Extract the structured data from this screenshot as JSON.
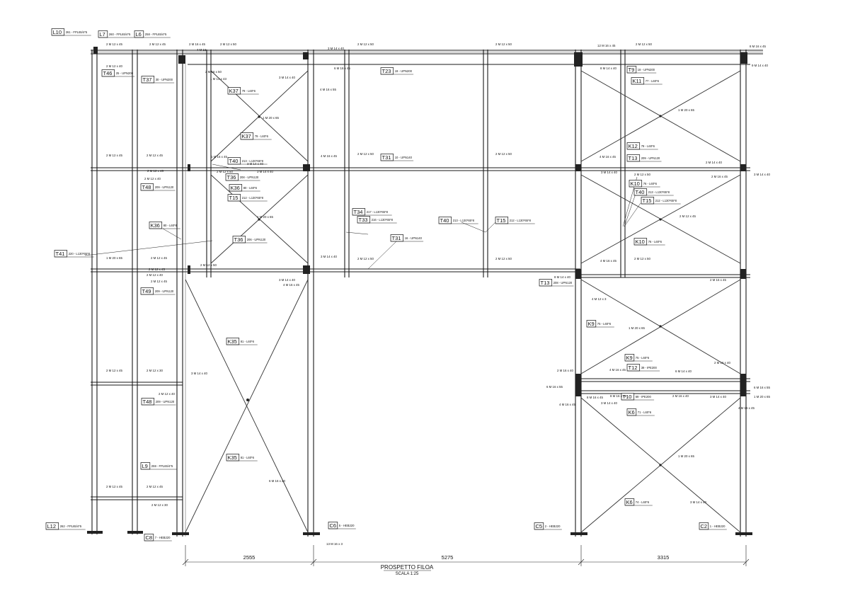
{
  "drawing": {
    "title": "PROSPETTO FILOA",
    "scale": "SCALA 1:25",
    "dimensions": [
      "2555",
      "5275",
      "3315"
    ]
  },
  "member_tags": [
    {
      "tag": "L10",
      "desc": "261 - FPL65/4*5"
    },
    {
      "tag": "L7",
      "desc": "260 - FPL65/4*5"
    },
    {
      "tag": "L6",
      "desc": "258 - FPL65/4*5"
    },
    {
      "tag": "T46",
      "desc": "25 - UPN200"
    },
    {
      "tag": "T37",
      "desc": "30 - UPN200"
    },
    {
      "tag": "K37",
      "desc": "79 - L60*6"
    },
    {
      "tag": "K37",
      "desc": "79 - L60*6"
    },
    {
      "tag": "T23",
      "desc": "19 - UPN200"
    },
    {
      "tag": "T9",
      "desc": "18 - UPN200"
    },
    {
      "tag": "K11",
      "desc": "77 - L60*6"
    },
    {
      "tag": "K12",
      "desc": "78 - L60*6"
    },
    {
      "tag": "T13",
      "desc": "209 - UPN120"
    },
    {
      "tag": "T40",
      "desc": "213 - L130*65*8"
    },
    {
      "tag": "T36",
      "desc": "208 - UPN120"
    },
    {
      "tag": "K36",
      "desc": "80 - L60*6"
    },
    {
      "tag": "T15",
      "desc": "212 - L130*65*8"
    },
    {
      "tag": "T31",
      "desc": "10 - UPN140"
    },
    {
      "tag": "T48",
      "desc": "209 - UPN120"
    },
    {
      "tag": "K10",
      "desc": "76 - L60*6"
    },
    {
      "tag": "T40",
      "desc": "213 - L130*65*8"
    },
    {
      "tag": "T15",
      "desc": "212 - L130*65*8"
    },
    {
      "tag": "K36",
      "desc": "80 - L60*6"
    },
    {
      "tag": "T34",
      "desc": "217 - L130*65*8"
    },
    {
      "tag": "T33",
      "desc": "216 - L130*65*8"
    },
    {
      "tag": "T40",
      "desc": "213 - L130*65*8"
    },
    {
      "tag": "T15",
      "desc": "212 - L130*65*8"
    },
    {
      "tag": "T41",
      "desc": "220 - L130*65*8"
    },
    {
      "tag": "T36",
      "desc": "206 - UPN120"
    },
    {
      "tag": "T31",
      "desc": "16 - UPN140"
    },
    {
      "tag": "K10",
      "desc": "76 - L60*6"
    },
    {
      "tag": "T49",
      "desc": "209 - UPN120"
    },
    {
      "tag": "T13",
      "desc": "208 - UPN120"
    },
    {
      "tag": "K9",
      "desc": "75 - L60*6"
    },
    {
      "tag": "K35",
      "desc": "81 - L60*6"
    },
    {
      "tag": "K9",
      "desc": "75 - L60*6"
    },
    {
      "tag": "T12",
      "desc": "39 - IPE200"
    },
    {
      "tag": "T10",
      "desc": "69 - IPE200"
    },
    {
      "tag": "T48",
      "desc": "209 - UPN120"
    },
    {
      "tag": "K6",
      "desc": "71 - L60*6"
    },
    {
      "tag": "L9",
      "desc": "259 - FPL65/4*5"
    },
    {
      "tag": "K35",
      "desc": "81 - L60*6"
    },
    {
      "tag": "K6",
      "desc": "74 - L60*6"
    },
    {
      "tag": "L12",
      "desc": "262 - FPL65/4*5"
    },
    {
      "tag": "C6",
      "desc": "5 - HEB220"
    },
    {
      "tag": "C5",
      "desc": "2 - HEB220"
    },
    {
      "tag": "C2",
      "desc": "1 - HEB220"
    },
    {
      "tag": "C8",
      "desc": "7 - HEB220"
    }
  ],
  "bolt_notes": [
    "2 M 12 x 45",
    "2 M 12 x 45",
    "2 M 16 x 45",
    "2 M 12 x 50",
    "3 M 14 x 40",
    "2 M 12 x 50",
    "2 M 12 x 50",
    "12 M 16 x 45",
    "2 M 12 x 50",
    "8 M 16 x 45",
    "4 M 16",
    "6 M 16 x 45",
    "2 M 12 x 40",
    "2 M 16 x 50",
    "8 M 14 x 40",
    "9 M 14 x 40",
    "1 M 14 x 43",
    "3 M 14 x 40",
    "4 M 16 x 55",
    "1 M 20 x 65",
    "1 M 20 x 65",
    "2 M 12 x 45",
    "2 M 12 x 45",
    "1 M 16 x 45",
    "4 M 16 x 45",
    "2 M 12 x 50",
    "2 M 12 x 50",
    "4 M 16 x 45",
    "3 M 14 x 40",
    "2 M 14 x 40",
    "2 M 12 x 45",
    "2 M 12 x 40",
    "3 M 14 x 40",
    "2 M 12 x 50",
    "3 M 14 x 40",
    "2 M 12 x 50",
    "2 M 16 x 45",
    "3 M 14 x 40",
    "1 M 20 x 65",
    "2 M 12 x 45",
    "1 M 20 x 65",
    "2 M 12 x 45",
    "2 M 12 x 45",
    "2 M 12 x 50",
    "3 M 14 x 40",
    "2 M 12 x 50",
    "4 M 16 x 45",
    "2 M 12 x 50",
    "2 M 12 x 40",
    "2 M 12 x 45",
    "2 M 12 x 50",
    "3 M 14 x 40",
    "4 M 16 x 45",
    "8 M 14 x 40",
    "2 M 16 x 45",
    "4 M 12 x 3",
    "1 M 20 x 65",
    "2 M 12 x 45",
    "2 M 12 x 30",
    "3 M 14 x 40",
    "2 M 16 x 40",
    "2 M 16 x 40",
    "4 M 16 x 45",
    "6 M 14 x 40",
    "2 M 12 x 40",
    "6 M 16 x 55",
    "6 M 16 x 55",
    "1 M 20 x 65",
    "8 M 16 x 45",
    "2 M 16 x 40",
    "8 M 16 x 45",
    "3 M 14 x 40",
    "4 M 16 x 45",
    "3 M 14 x 40",
    "1 M 20 x 65",
    "2 M 12 x 45",
    "2 M 12 x 45",
    "6 M 16 x 20",
    "2 M 12 x 30",
    "3 M 14 x 40",
    "4 M 16 x 45",
    "13 M 16 x 3"
  ]
}
